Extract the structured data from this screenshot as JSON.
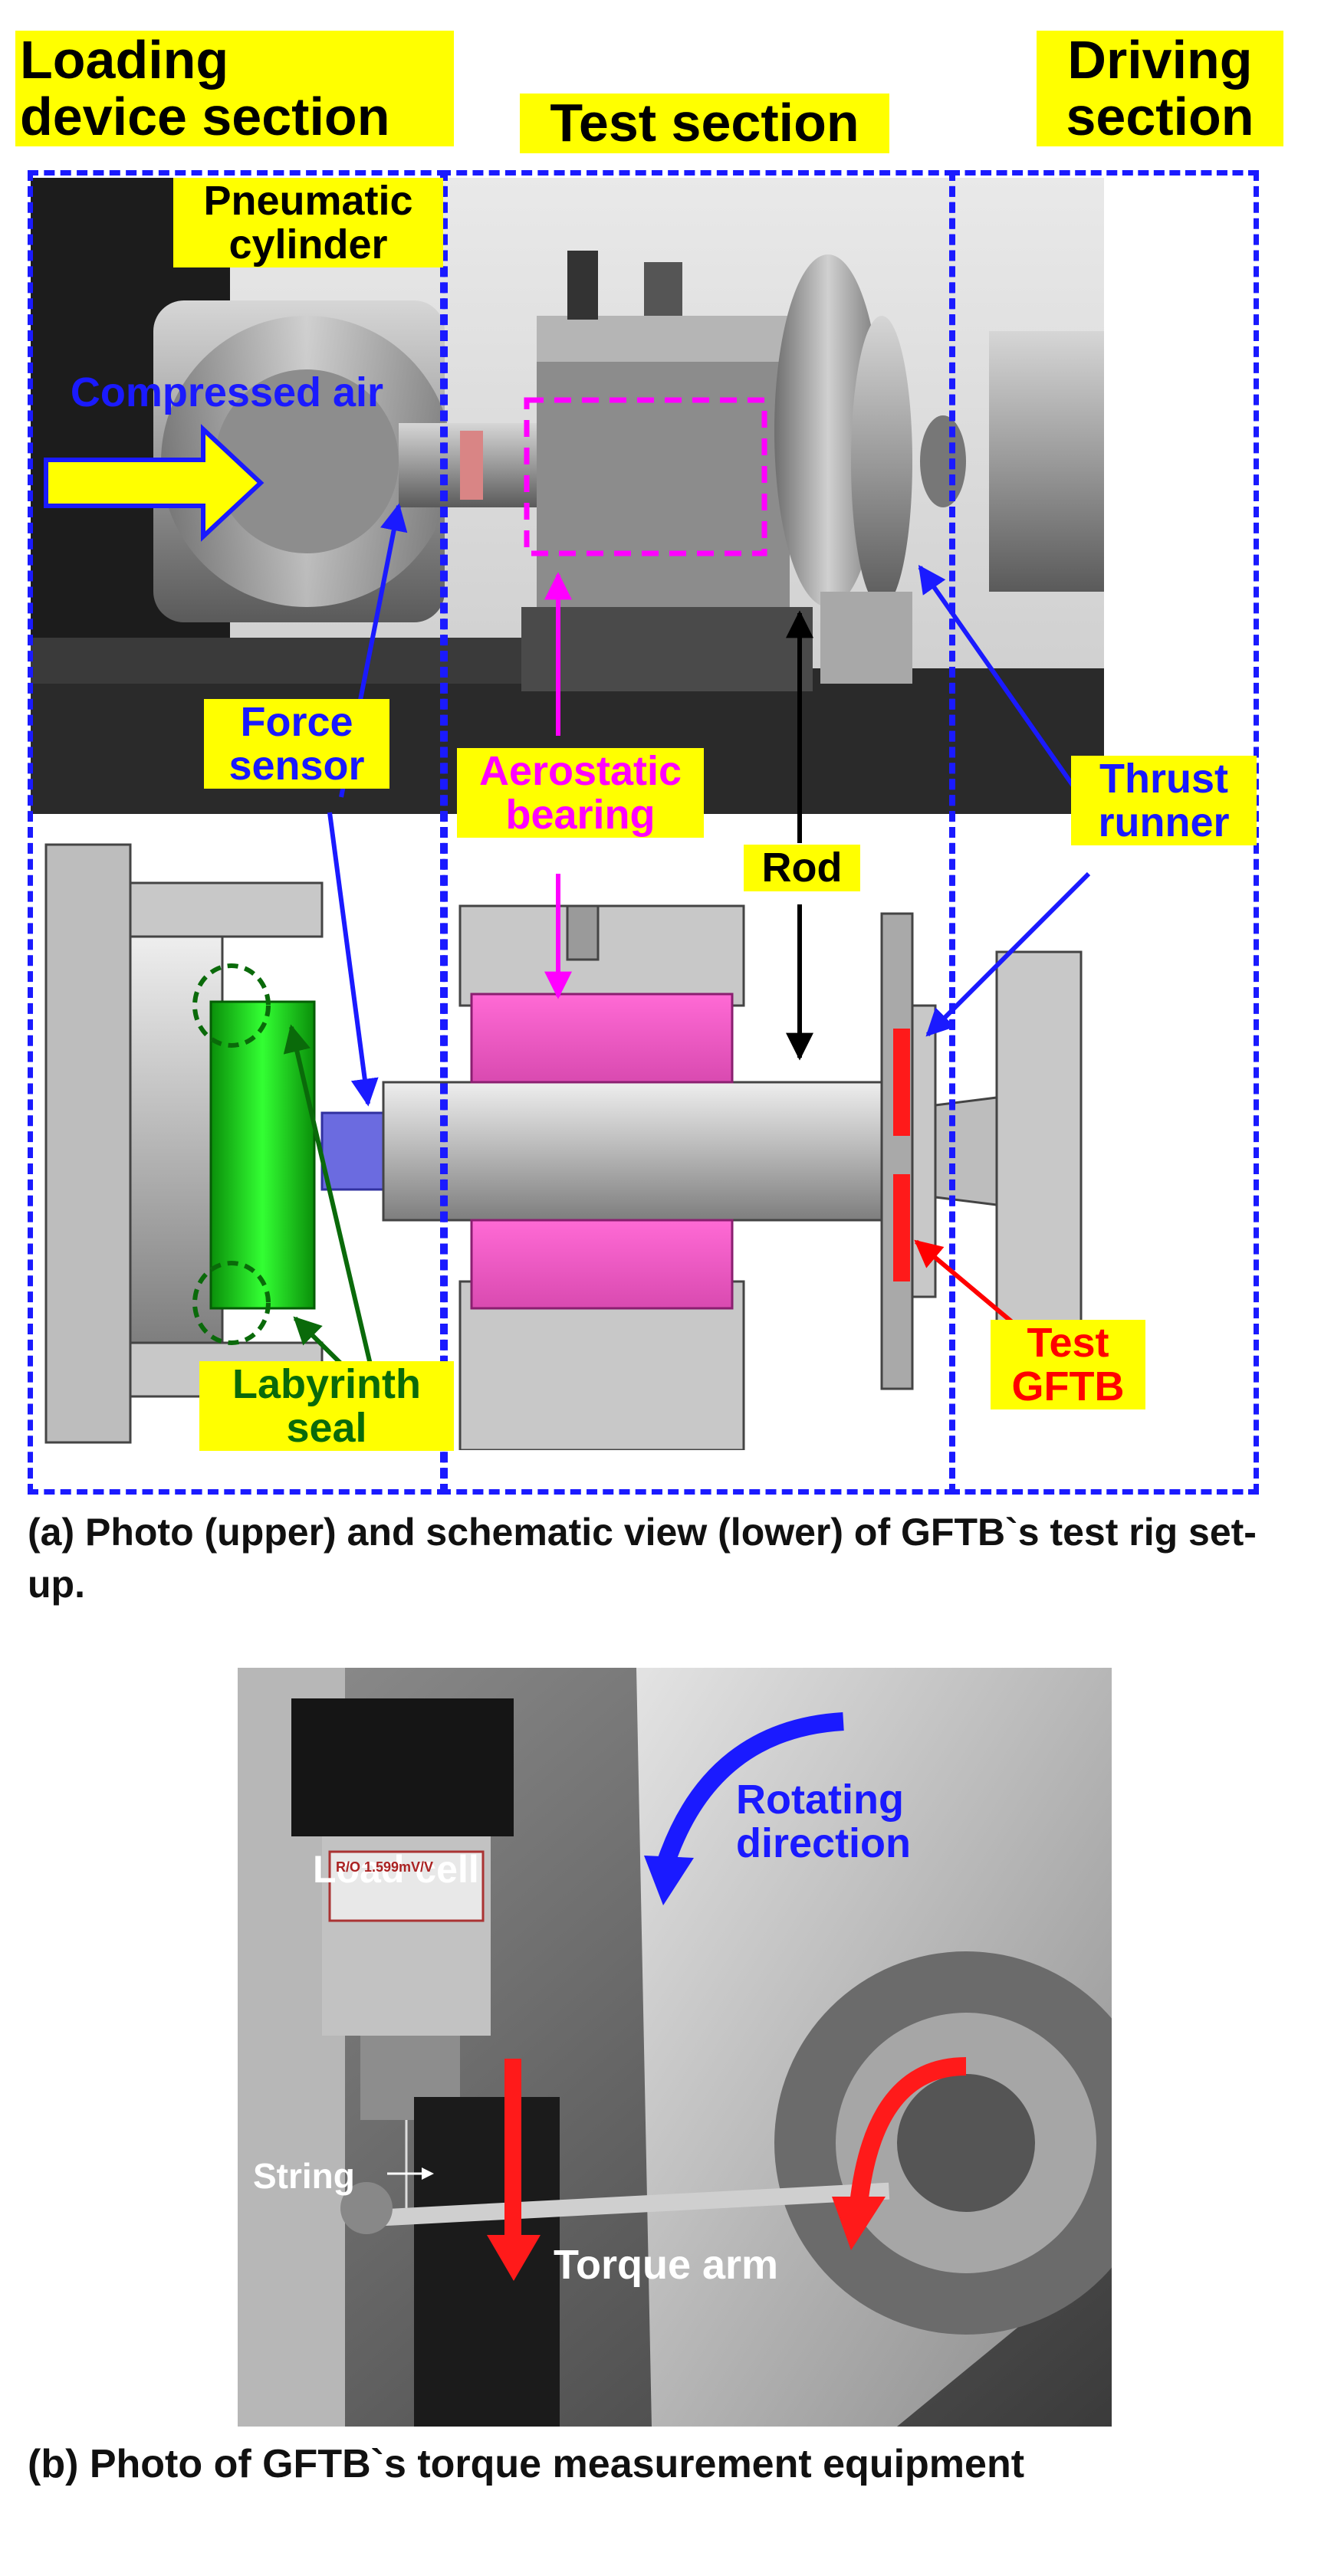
{
  "sections": {
    "loading": "Loading\ndevice section",
    "test": "Test section",
    "driving": "Driving\nsection"
  },
  "labels": {
    "pneumatic_cylinder": "Pneumatic\ncylinder",
    "compressed_air": "Compressed air",
    "force_sensor": "Force\nsensor",
    "aerostatic_bearing": "Aerostatic\nbearing",
    "rod": "Rod",
    "thrust_runner": "Thrust\nrunner",
    "labyrinth_seal": "Labyrinth\nseal",
    "test_gftb": "Test\nGFTB"
  },
  "caption_a": "(a) Photo (upper) and schematic view (lower) of GFTB`s test rig set-up.",
  "photo_b": {
    "rotating_direction": "Rotating\ndirection",
    "load_cell": "Load cell",
    "load_cell_plate": "R/O 1.599mV/V",
    "string": "String",
    "torque_arm": "Torque arm"
  },
  "caption_b": "(b) Photo of GFTB`s torque measurement equipment",
  "colors": {
    "section_box": "#1a1aff",
    "label_bg": "#ffff00",
    "compressed_air": "#1a1aff",
    "aerostatic": "#ff00ff",
    "labyrinth": "#007a00",
    "test_gftb": "#ff0000",
    "arrow_blue": "#1a1aff"
  }
}
